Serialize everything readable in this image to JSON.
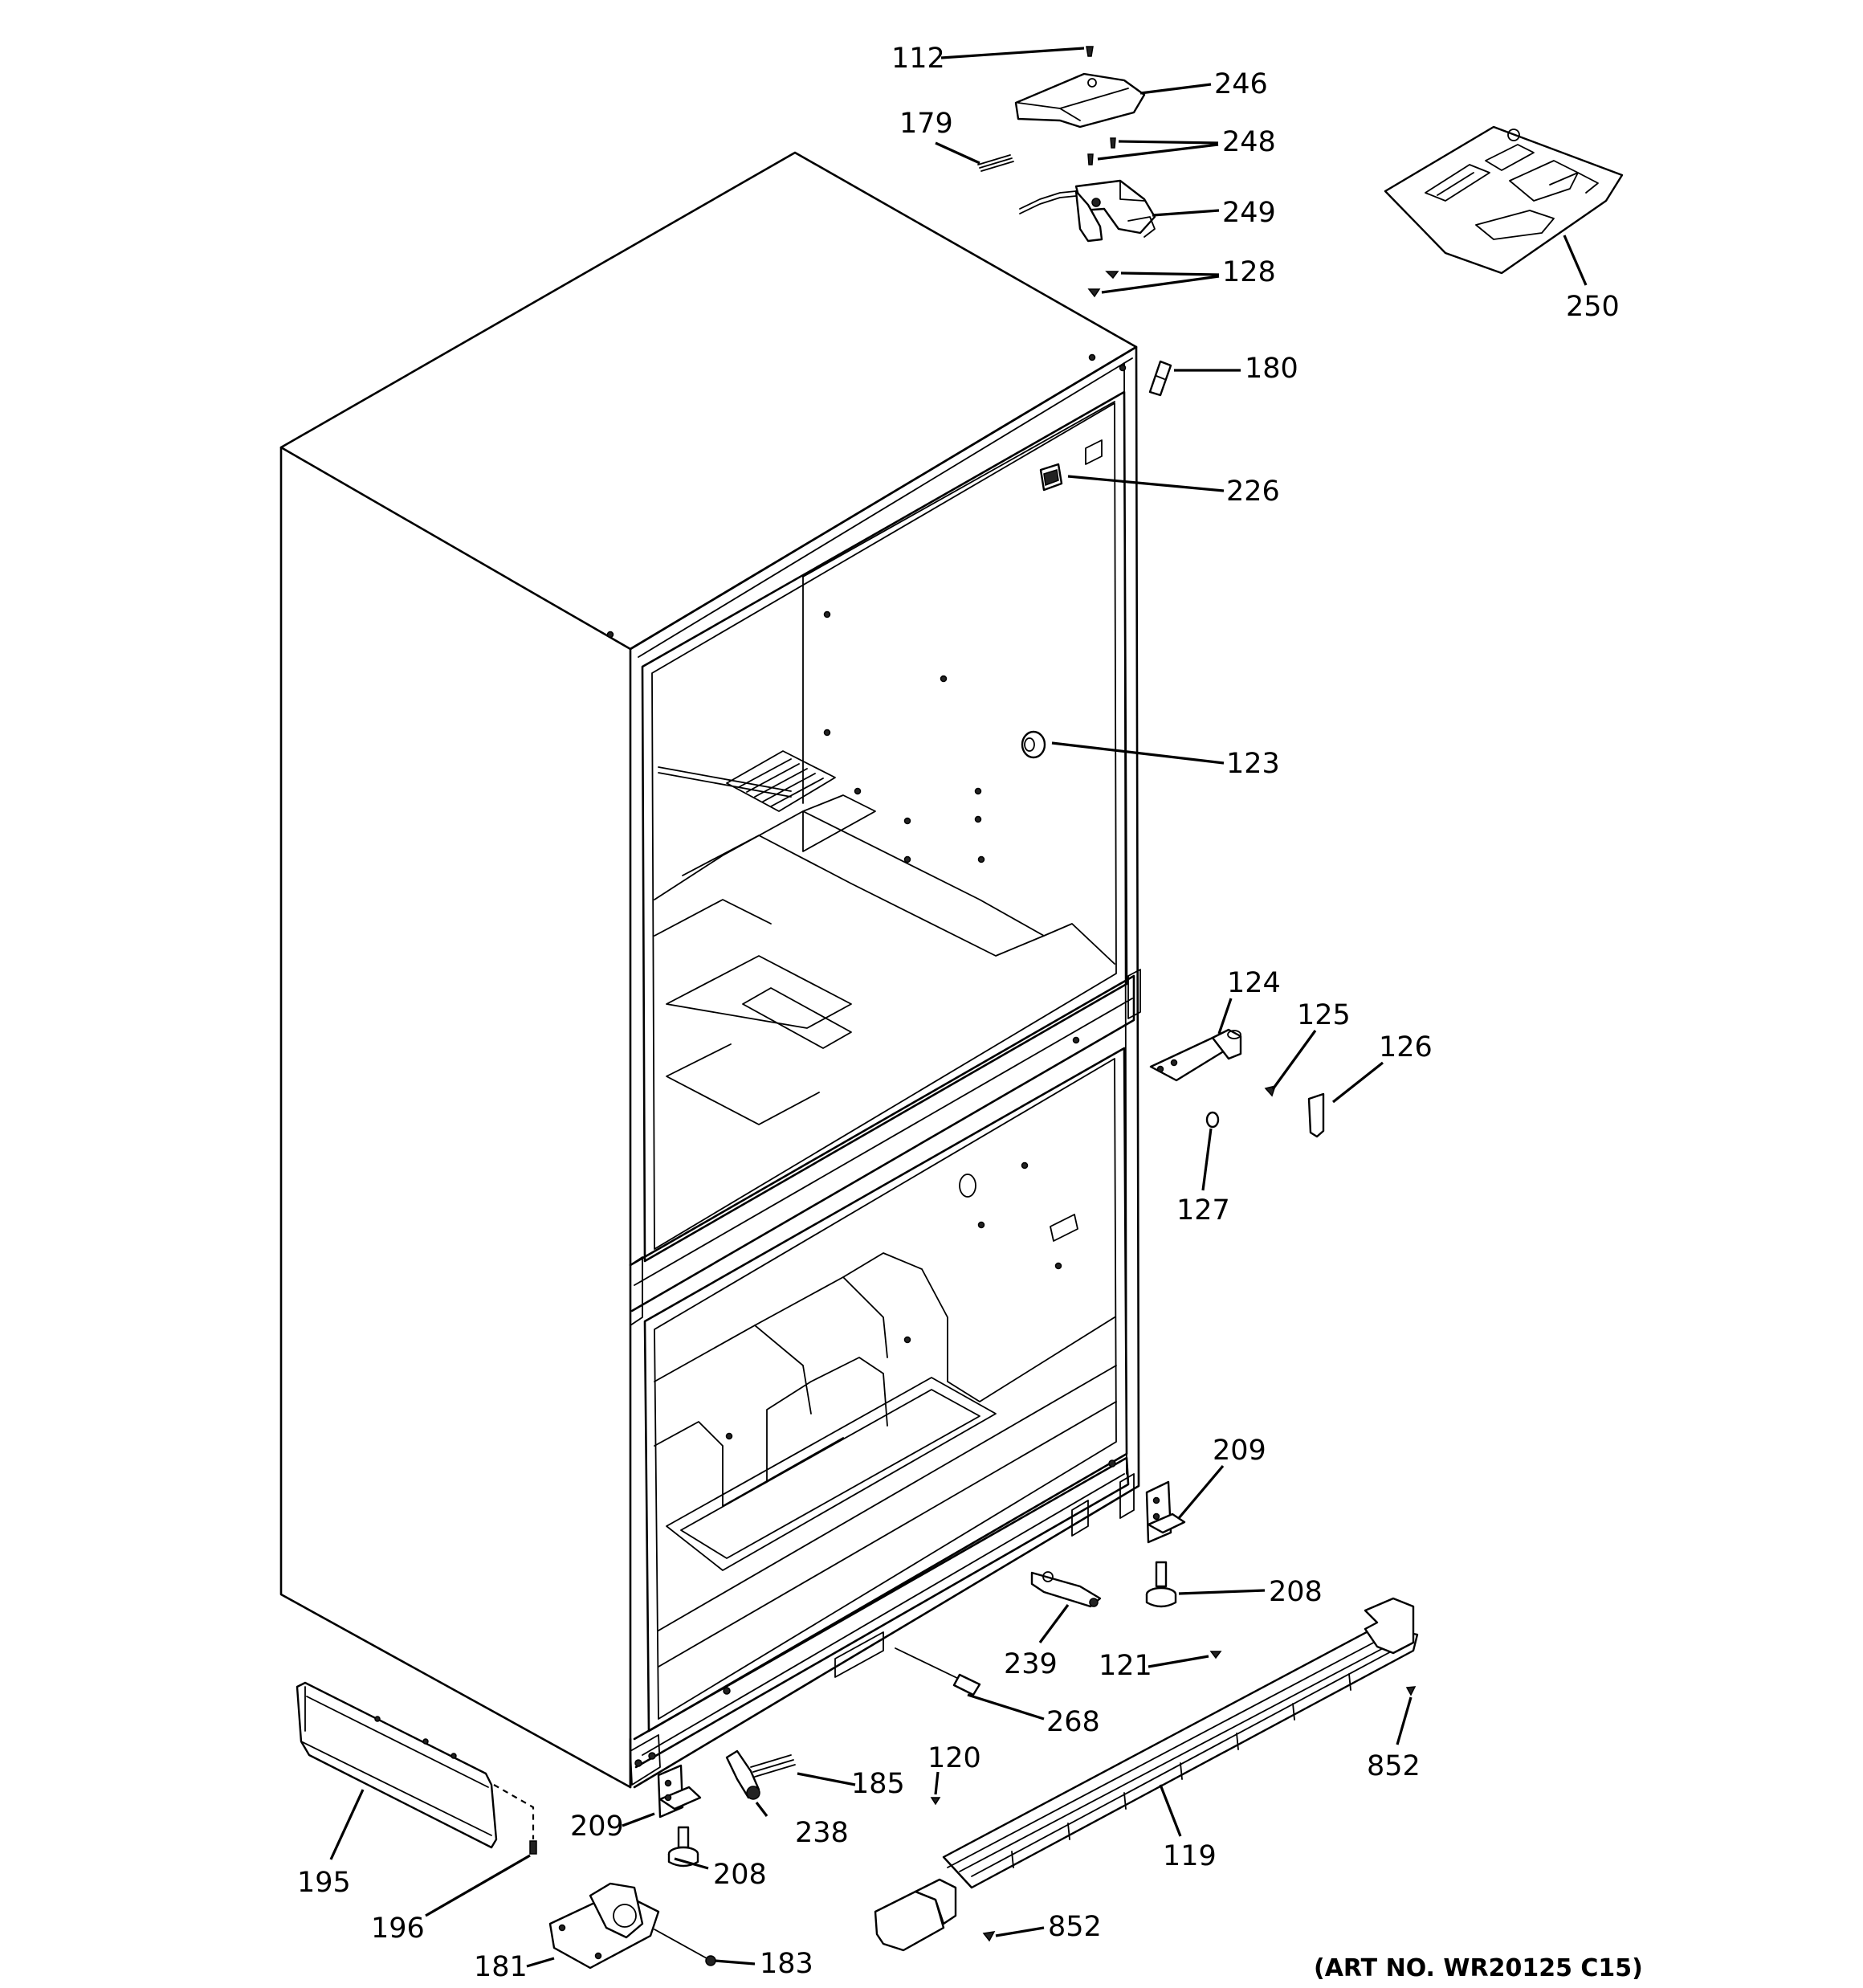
{
  "art_number": "(ART NO. WR20125 C15)",
  "callouts": {
    "c112": "112",
    "c246": "246",
    "c179": "179",
    "c248": "248",
    "c249": "249",
    "c128": "128",
    "c250": "250",
    "c180": "180",
    "c226": "226",
    "c123": "123",
    "c124": "124",
    "c125": "125",
    "c126": "126",
    "c127": "127",
    "c209a": "209",
    "c208a": "208",
    "c239": "239",
    "c121": "121",
    "c268": "268",
    "c852a": "852",
    "c120": "120",
    "c185": "185",
    "c209b": "209",
    "c238": "238",
    "c195": "195",
    "c208b": "208",
    "c119": "119",
    "c196": "196",
    "c181": "181",
    "c183": "183",
    "c852b": "852"
  }
}
